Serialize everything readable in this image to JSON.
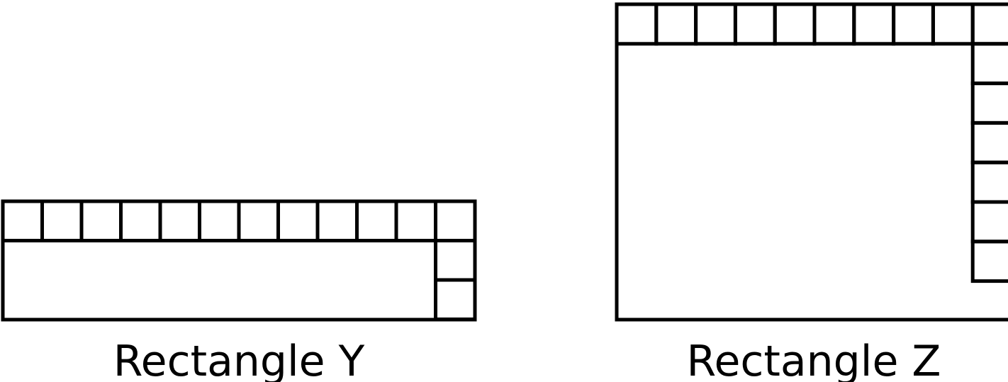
{
  "diagram": {
    "stroke_color": "#000000",
    "background": "#ffffff",
    "rectangles": [
      {
        "id": "y",
        "label": "Rectangle Y",
        "top_row_unit_squares": 12,
        "right_column_unit_squares": 3
      },
      {
        "id": "z",
        "label": "Rectangle Z",
        "top_row_unit_squares": 10,
        "right_column_unit_squares": 7
      }
    ]
  }
}
